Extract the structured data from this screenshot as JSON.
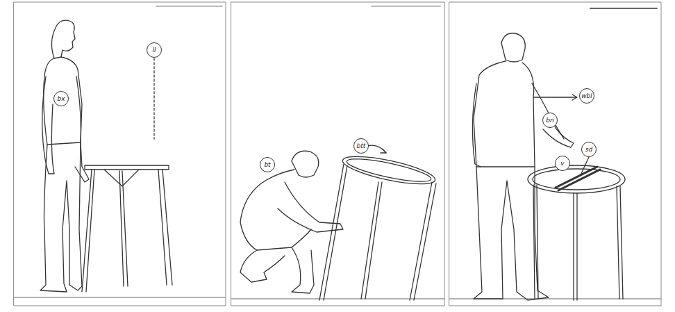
{
  "diagram": {
    "labels": [
      "ll",
      "bx",
      "bt",
      "btt",
      "wbl",
      "bn",
      "sd",
      "v"
    ]
  }
}
